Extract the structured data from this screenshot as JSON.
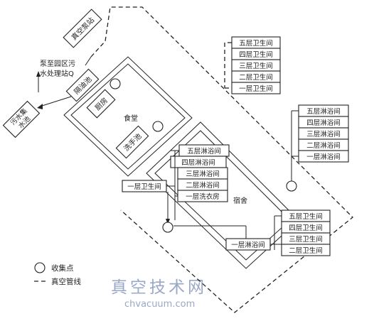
{
  "labels": {
    "pump_station": "真空泵站",
    "to_sewage_line1": "泵至园区污",
    "to_sewage_line2": "水处理站Q",
    "grease_trap": "隔油池",
    "sewage_tank_line1": "污水集",
    "sewage_tank_line2": "水池",
    "kitchen": "厨房",
    "canteen": "食堂",
    "washbasin": "洗手池",
    "dormitory": "宿舍",
    "toilet_1f_left": "一层卫生间",
    "shower_1f_bottom": "一层淋浴间"
  },
  "dorm_inner_stack": [
    "五层淋浴间",
    "四层淋浴间",
    "三层淋浴间",
    "二层淋浴间",
    "一层洗衣房"
  ],
  "top_right_toilets": [
    "五层卫生间",
    "四层卫生间",
    "三层卫生间",
    "二层卫生间",
    "一层卫生间"
  ],
  "right_showers": [
    "五层淋浴间",
    "四层淋浴间",
    "三层淋浴间",
    "二层淋浴间",
    "一层淋浴间"
  ],
  "bottom_right_toilets": [
    "五层卫生间",
    "四层卫生间",
    "三层卫生间",
    "二层卫生间"
  ],
  "legend": {
    "collection_point": "收集点",
    "vacuum_pipe": "真空管线"
  },
  "watermark": {
    "line1": "真空技术网",
    "line2": "chvacuum.com"
  }
}
